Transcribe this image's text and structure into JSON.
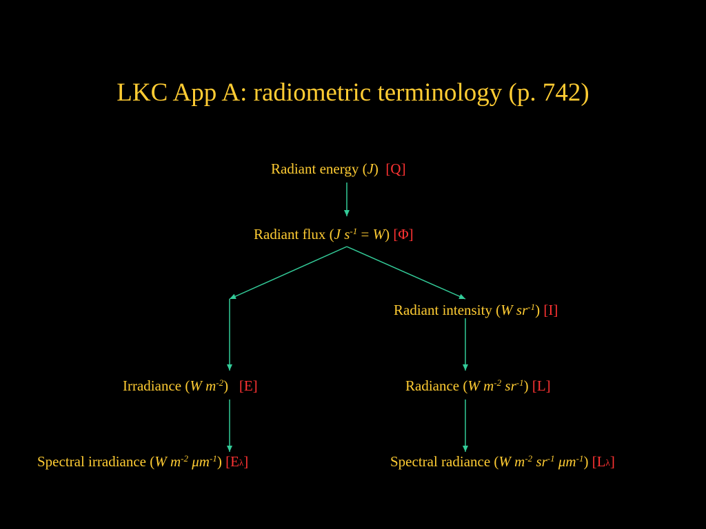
{
  "slide": {
    "title": "LKC App A: radiometric terminology (p. 742)",
    "colors": {
      "background": "#000000",
      "text": "#FFCC33",
      "symbol": "#FF3333",
      "arrow": "#33CC99"
    }
  },
  "nodes": {
    "energy": {
      "label": "Radiant energy (",
      "unit": "J",
      "close": ")",
      "symbol": "[Q]"
    },
    "flux": {
      "label": "Radiant flux (",
      "u1": "J s",
      "u1_exp": "-1",
      "eq": " = ",
      "u2": "W",
      "close": ")",
      "symbol": "[Φ]"
    },
    "intensity": {
      "label": "Radiant intensity (",
      "unit": "W sr",
      "unit_exp": "-1",
      "close": ")",
      "symbol": "[I]"
    },
    "irradiance": {
      "label": "Irradiance (",
      "unit": "W m",
      "unit_exp": "-2",
      "close": ")",
      "symbol": "[E]"
    },
    "radiance": {
      "label": "Radiance (",
      "u1": "W m",
      "u1_exp": "-2",
      "u2": " sr",
      "u2_exp": "-1",
      "close": ")",
      "symbol": "[L]"
    },
    "spec_irr": {
      "label": "Spectral irradiance (",
      "u1": "W m",
      "u1_exp": "-2",
      "u2": " μm",
      "u2_exp": "-1",
      "close": ")",
      "sym_open": "[E",
      "sym_sub": "λ",
      "sym_close": "]"
    },
    "spec_rad": {
      "label": "Spectral radiance (",
      "u1": "W m",
      "u1_exp": "-2",
      "u2": " sr",
      "u2_exp": "-1",
      "u3": " μm",
      "u3_exp": "-1",
      "close": ")",
      "sym_open": "[L",
      "sym_sub": "λ",
      "sym_close": "]"
    }
  }
}
